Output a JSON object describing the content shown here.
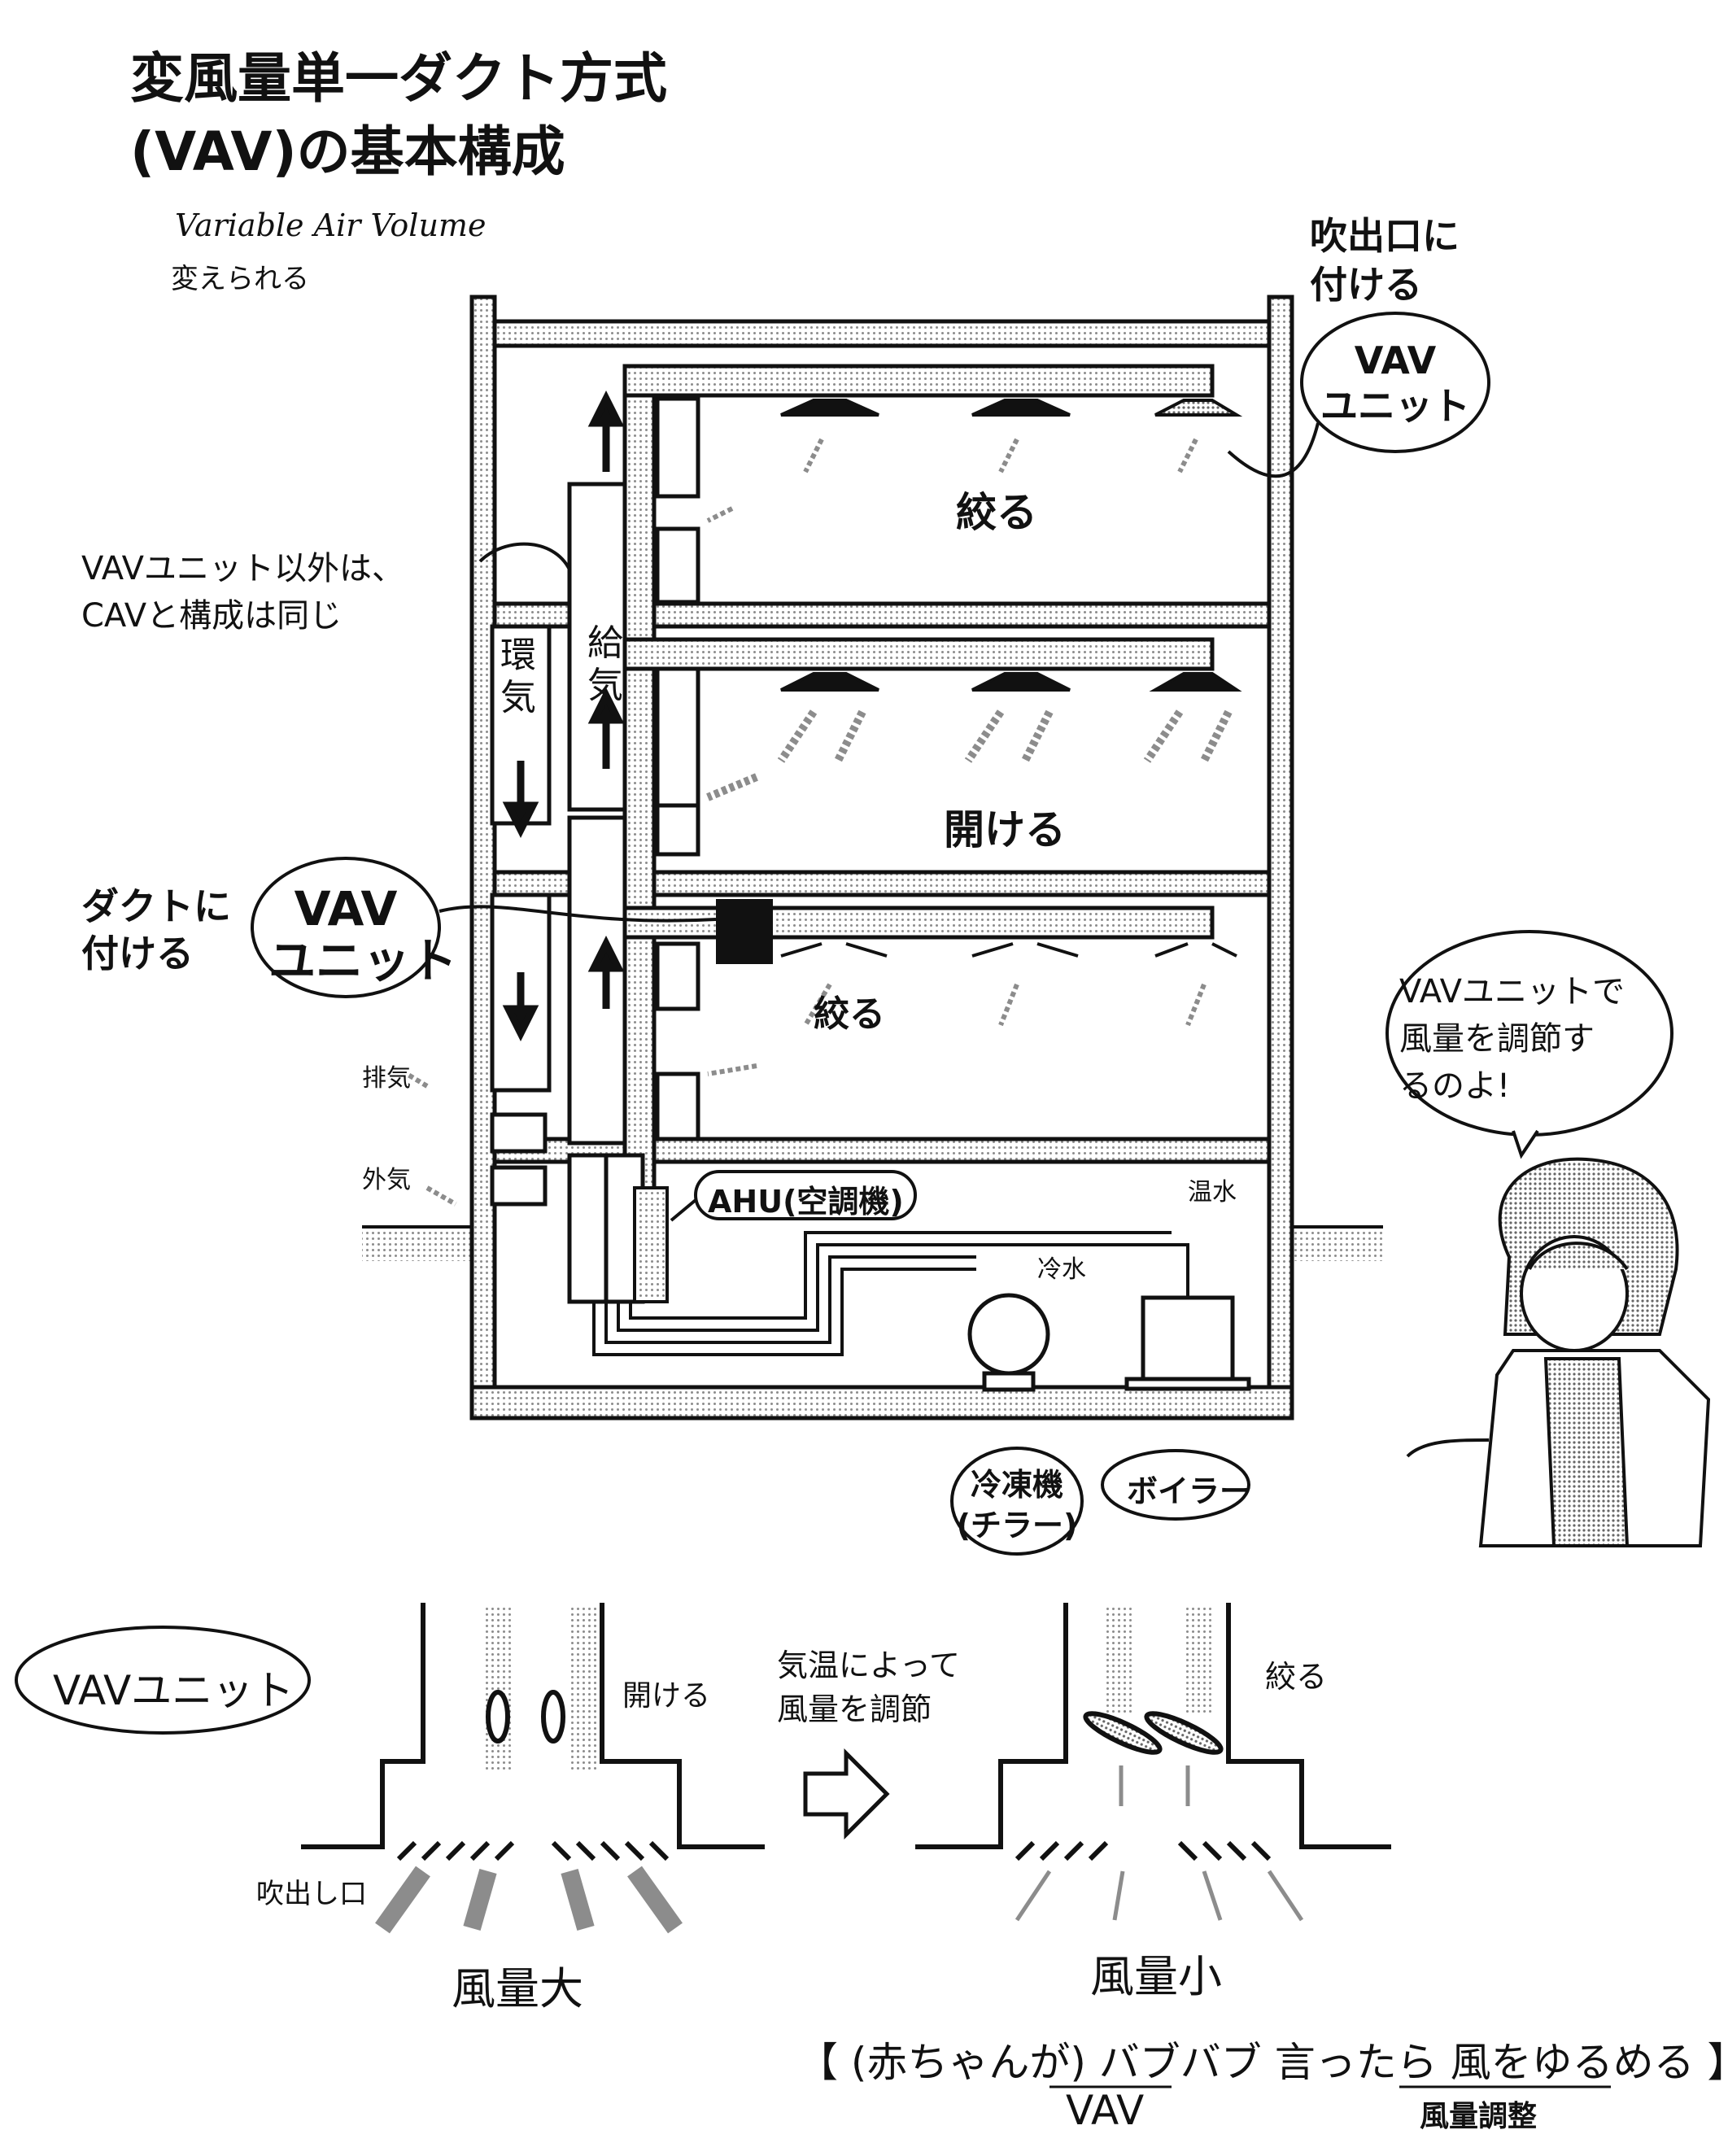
{
  "title": {
    "line1": "変風量単一ダクト方式",
    "line2": "(VAV)の基本構成"
  },
  "subtitle": {
    "english": "Variable Air Volume",
    "japanese": "変えられる"
  },
  "callouts": {
    "top_right": "吹出口に\n付ける",
    "vav_unit_top": "VAV\nユニット",
    "same_as_cav": "VAVユニット以外は、\nCAVと構成は同じ",
    "duct_attach": "ダクトに\n付ける",
    "vav_unit_mid": "VAV\nユニット",
    "ahu": "AHU(空調機)",
    "chiller": "冷凍機\n(チラー)",
    "boiler": "ボイラー",
    "character_speech": "VAVユニットで\n風量を調節す\nるのよ!"
  },
  "rooms": {
    "top": "絞る",
    "middle": "開ける",
    "bottom": "絞る"
  },
  "shaft_labels": {
    "return": "環\n気",
    "supply": "給\n気"
  },
  "pipe_labels": {
    "exhaust": "排気",
    "outside_air": "外気",
    "hot_water": "温水",
    "cold_water": "冷水"
  },
  "detail": {
    "bubble": "VAVユニット",
    "open": "開ける",
    "outlet": "吹出し口",
    "large": "風量大",
    "middle_text": "気温によって\n風量を調節",
    "throttle": "絞る",
    "small": "風量小"
  },
  "mnemonic": {
    "text": "【 (赤ちゃんが) バブバブ 言ったら 風をゆるめる 】",
    "under_left": "VAV",
    "under_right": "風量調整"
  },
  "colors": {
    "ink": "#111111",
    "screen": "#bdbdbd"
  }
}
